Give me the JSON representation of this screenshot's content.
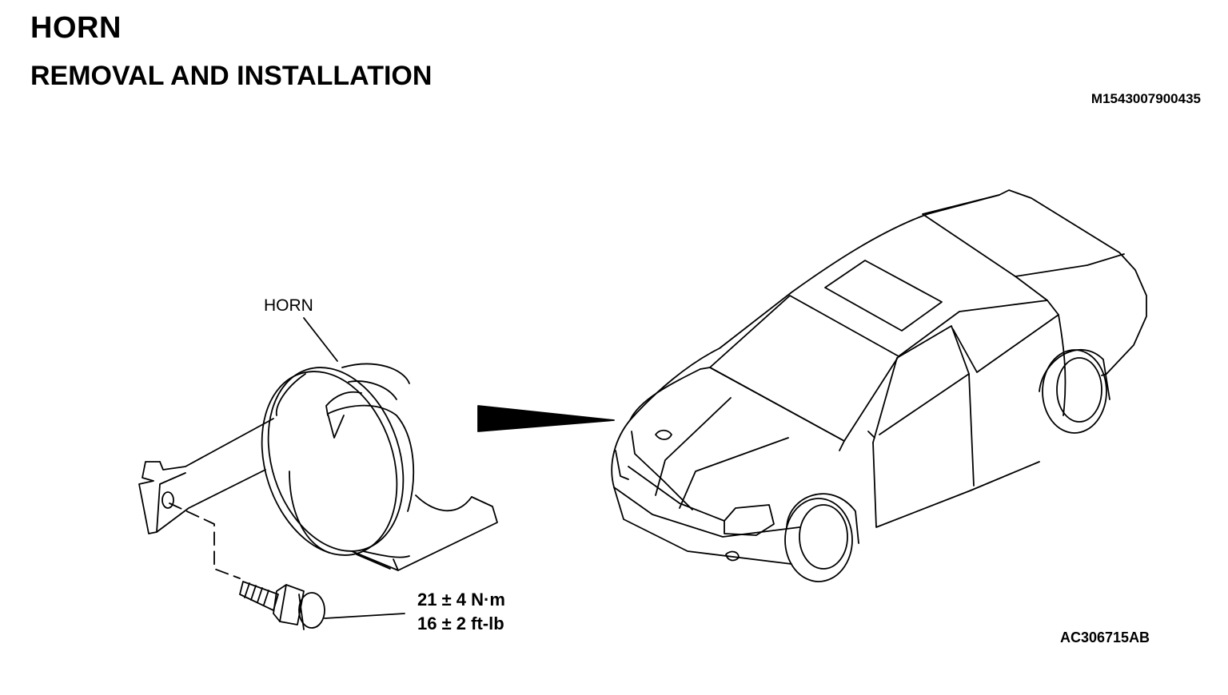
{
  "header": {
    "title": "HORN",
    "subtitle": "REMOVAL AND INSTALLATION",
    "doc_code": "M1543007900435"
  },
  "diagram": {
    "horn_label": "HORN",
    "torque_metric": "21 ± 4 N·m",
    "torque_imperial": "16 ± 2 ft-lb",
    "figure_code": "AC306715AB"
  }
}
